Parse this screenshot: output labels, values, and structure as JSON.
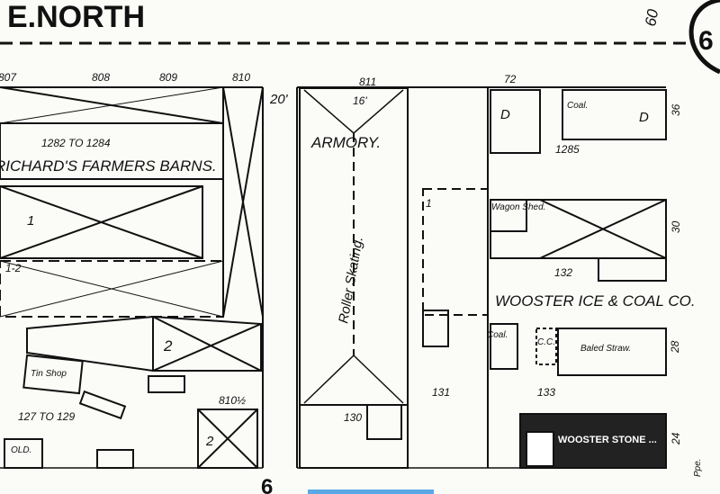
{
  "street_name": "E.NORTH",
  "street_width": "60",
  "upper_corner_number": "6",
  "left_lot_numbers": [
    "807",
    "808",
    "809",
    "810"
  ],
  "setback": "20'",
  "left_building": {
    "address_range": "1282  TO  1284",
    "name": "RICHARD'S FARMERS BARNS.",
    "story_1": "1",
    "story_1_2": "1-2",
    "story_2": "2",
    "tin_shop": "Tin Shop",
    "lower_range": "127  TO  129",
    "old": "OLD.",
    "lot_810_half": "810½",
    "small_story": "2"
  },
  "armory": {
    "lot": "811",
    "width": "16'",
    "name": "ARMORY.",
    "use": "Roller  Skating.",
    "number": "130"
  },
  "middle": {
    "number": "131",
    "story": "1"
  },
  "right_block": {
    "lot": "72",
    "coal": "Coal.",
    "dwelling": "D",
    "number_1285": "1285",
    "wagon_shed": "Wagon Shed.",
    "number_132": "132",
    "business": "WOOSTER ICE & COAL CO.",
    "coal_2": "Coal.",
    "cc": "C.C.",
    "baled_straw": "Baled Straw.",
    "number_133": "133",
    "stone_label": "WOOSTER STONE ...",
    "dim_30": "30",
    "dim_28": "28",
    "dim_24": "24",
    "dim_36": "36"
  },
  "bottom_number": "6",
  "bottom_right_text": "Ppe.",
  "bottom_bar_color": "#5aa9e6"
}
